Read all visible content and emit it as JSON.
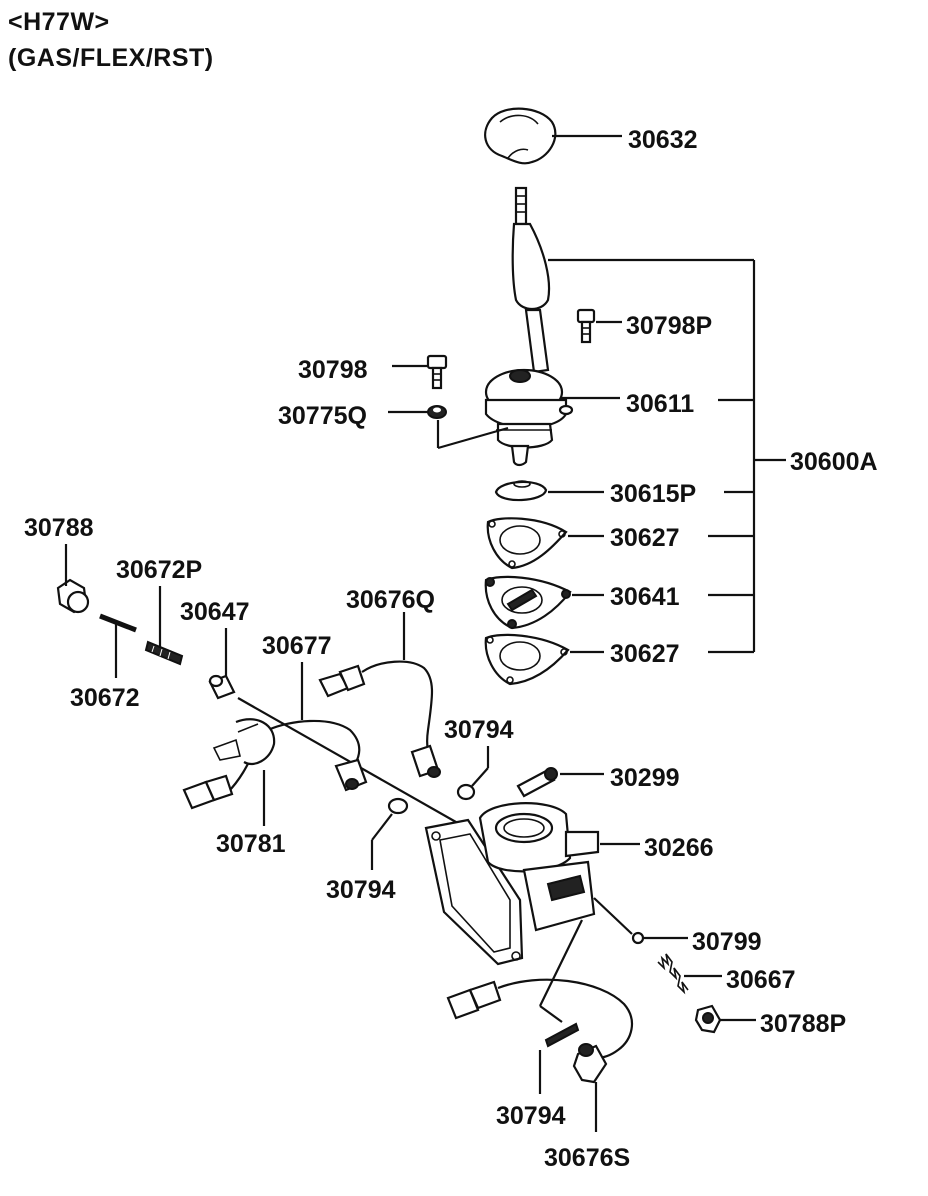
{
  "header": {
    "model": "<H77W>",
    "variant": "(GAS/FLEX/RST)"
  },
  "labels": {
    "p30632": "30632",
    "p30798P": "30798P",
    "p30798": "30798",
    "p30611": "30611",
    "p30775Q": "30775Q",
    "p30600A": "30600A",
    "p30615P": "30615P",
    "p30627a": "30627",
    "p30641": "30641",
    "p30627b": "30627",
    "p30788": "30788",
    "p30672P": "30672P",
    "p30647": "30647",
    "p30676Q": "30676Q",
    "p30677": "30677",
    "p30672": "30672",
    "p30794a": "30794",
    "p30299": "30299",
    "p30781": "30781",
    "p30266": "30266",
    "p30794b": "30794",
    "p30799": "30799",
    "p30667": "30667",
    "p30788P": "30788P",
    "p30794c": "30794",
    "p30676S": "30676S"
  }
}
